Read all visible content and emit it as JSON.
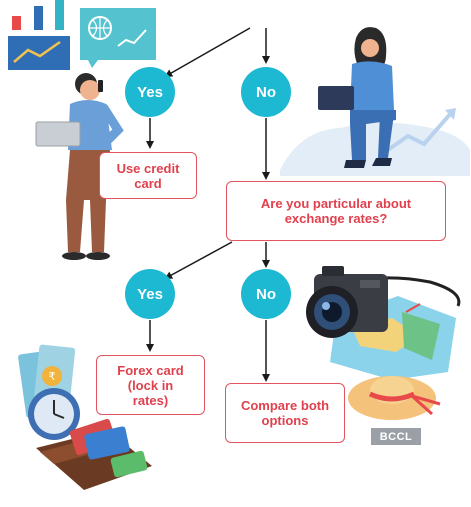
{
  "nodes": {
    "yes_top": "Yes",
    "no_top": "No",
    "use_credit_card": "Use credit card",
    "exchange_question": "Are you particular about exchange rates?",
    "yes_bottom": "Yes",
    "no_bottom": "No",
    "forex_card": "Forex card (lock in rates)",
    "compare_options": "Compare both options"
  },
  "watermark": "BCCL",
  "colors": {
    "decision_circle": "#1db8d2",
    "box_border": "#e0555e",
    "box_text": "#e0414d",
    "connector": "#1a1a1a"
  },
  "icons": [
    "analytics-charts-icon",
    "man-on-phone-with-laptop-illustration",
    "woman-with-laptop-illustration",
    "camera-icon",
    "map-icon",
    "sun-hat-icon",
    "money-clock-wallet-icon"
  ]
}
